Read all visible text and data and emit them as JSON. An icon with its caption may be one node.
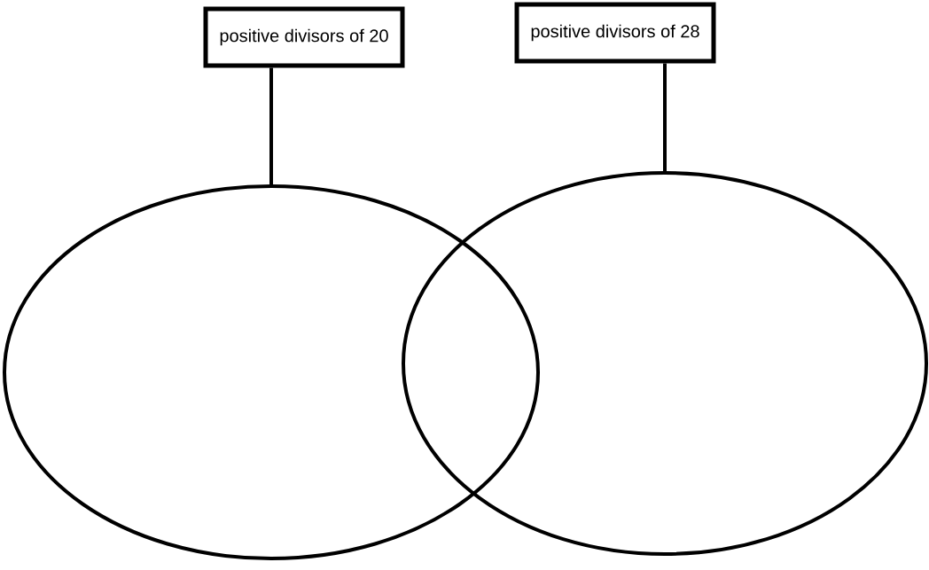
{
  "diagram": {
    "nodes": [
      {
        "text": [
          "positive divisors of 20"
        ]
      },
      {
        "text": [
          "positive divisors of 28"
        ]
      },
      {
        "text": [],
        "shape": "ellipse"
      },
      {
        "text": [],
        "shape": "ellipse"
      }
    ],
    "edges": [
      {
        "from": 0,
        "to": 2,
        "arrow": "none"
      },
      {
        "from": 1,
        "to": 3,
        "arrow": "none"
      }
    ]
  }
}
